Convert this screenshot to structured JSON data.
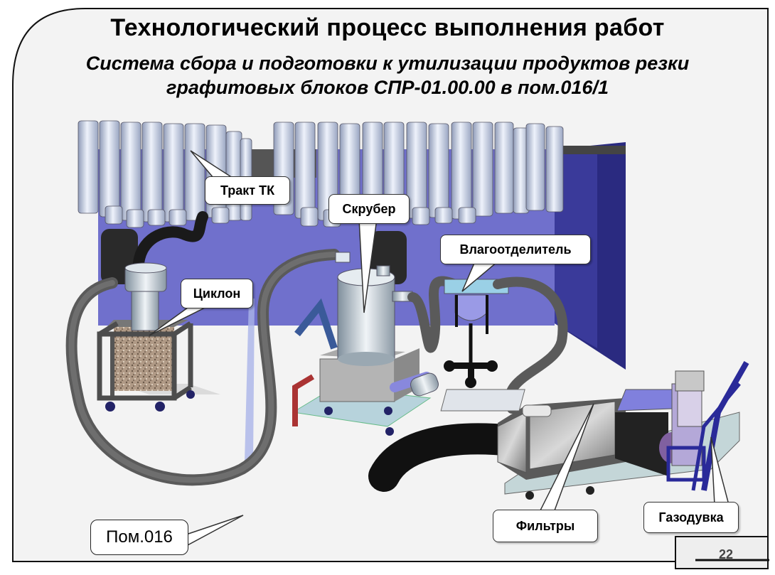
{
  "slide": {
    "title": "Технологический процесс выполнения работ",
    "subtitle_line1": "Система сбора и подготовки к утилизации продуктов резки",
    "subtitle_line2": "графитовых блоков СПР-01.00.00 в пом.016/1",
    "page_number": "22"
  },
  "labels": {
    "trakt": "Тракт ТК",
    "cyclone": "Циклон",
    "scrubber": "Скрубер",
    "separator": "Влагоотделитель",
    "filters": "Фильтры",
    "blower": "Газодувка",
    "room": "Пом.016"
  },
  "colors": {
    "wall": "#7070cc",
    "wall_dark": "#2a2a80",
    "pipes": "#c8d4ec",
    "hose": "#555555",
    "floor": "#f3f3f3"
  }
}
